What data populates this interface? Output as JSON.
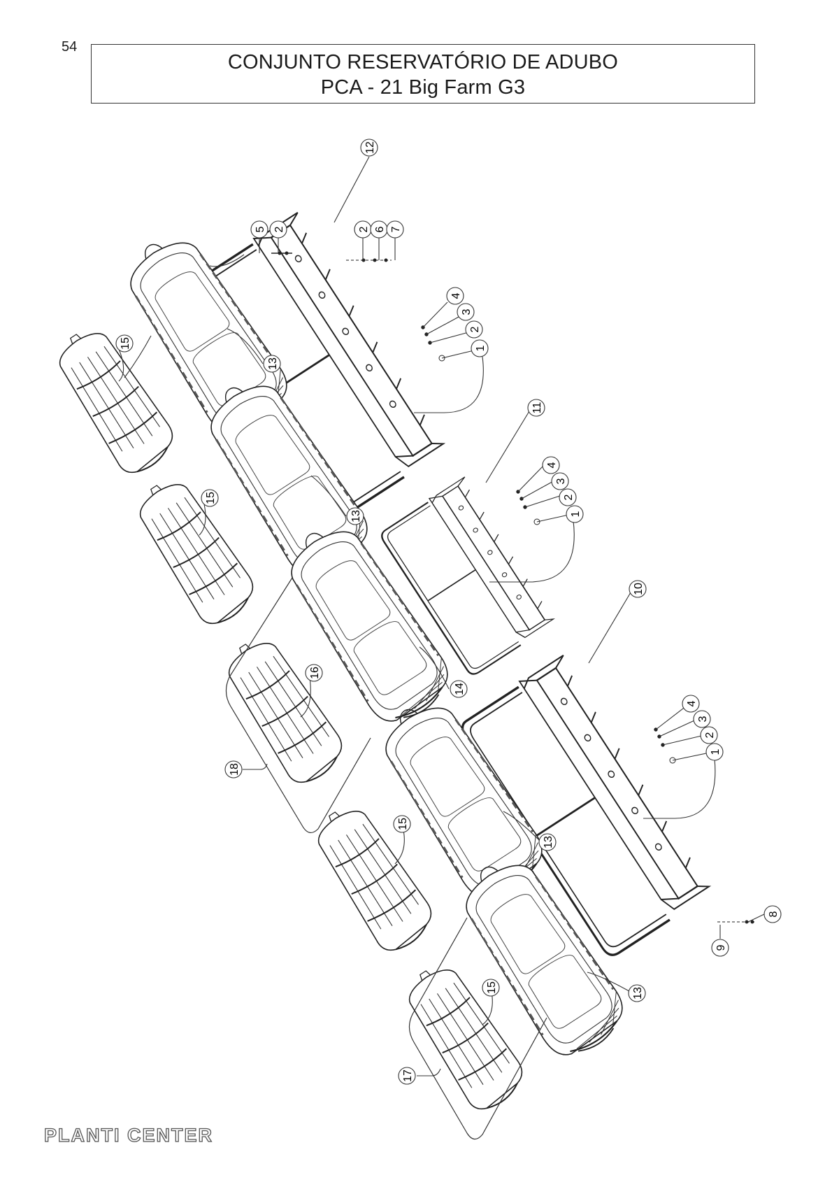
{
  "page": {
    "number": "54"
  },
  "title": {
    "line1": "CONJUNTO RESERVATÓRIO DE ADUBO",
    "line2": "PCA - 21 Big Farm G3"
  },
  "callouts": [
    "12",
    "5",
    "2",
    "2",
    "6",
    "7",
    "4",
    "3",
    "2",
    "1",
    "15",
    "13",
    "11",
    "4",
    "3",
    "2",
    "1",
    "15",
    "13",
    "10",
    "16",
    "14",
    "4",
    "3",
    "2",
    "1",
    "18",
    "15",
    "13",
    "8",
    "9",
    "15",
    "13",
    "17"
  ],
  "footer": {
    "brand": "PLANTI CENTER"
  }
}
